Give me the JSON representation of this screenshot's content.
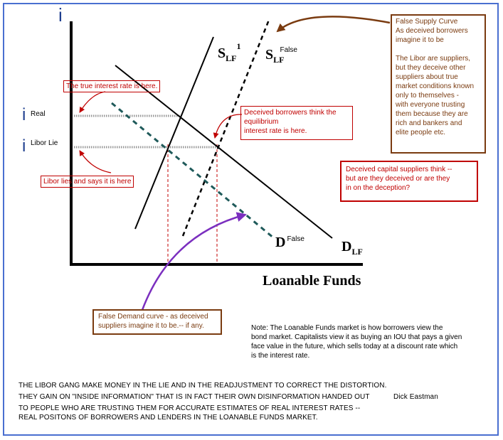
{
  "axis": {
    "y_symbol": "i",
    "x_label": "Loanable Funds"
  },
  "levels": {
    "real": {
      "symbol": "i",
      "label": "Real"
    },
    "libor": {
      "symbol": "i",
      "label": "Libor Lie"
    }
  },
  "curves": {
    "supply_true": {
      "base": "S",
      "sub": "LF",
      "sup": "1"
    },
    "supply_false": {
      "base": "S",
      "sub": "LF",
      "sup": "False"
    },
    "demand_true": {
      "base": "D",
      "sub": "LF"
    },
    "demand_false": {
      "base": "D",
      "sup": "False"
    }
  },
  "annotations": {
    "true_rate": "The true interest rate is here.",
    "libor_lies": "Libor lies and says it is here",
    "deceived_borrowers": [
      "Deceived borrowers  think the",
      "equilibrium",
      "interest rate is here."
    ],
    "false_supply": [
      "False Supply Curve",
      "As deceived borrowers",
      "imagine it to be",
      "",
      "The Libor are suppliers,",
      "but they deceive other",
      "suppliers about true",
      "market conditions known",
      "only to themselves  -",
      "with everyone trusting",
      "them because they are",
      "rich and bankers and",
      "elite people etc."
    ],
    "capital_suppliers": [
      "Deceived capital suppliers think  --",
      "but are they  deceived or are they",
      "in on the deception?"
    ],
    "false_demand": [
      "False Demand curve - as deceived",
      "suppliers  imagine it to be.-- if any."
    ]
  },
  "note": [
    "Note:  The Loanable Funds market is how borrowers view the",
    "bond market.   Capitalists view it as buying an IOU  that pays a given",
    "face value in the future, which sells today at a discount rate which",
    "is the interest rate."
  ],
  "footer": {
    "line1": "THE LIBOR GANG MAKE MONEY IN THE LIE AND IN THE READJUSTMENT TO CORRECT THE DISTORTION.",
    "line2": "THEY GAIN ON \"INSIDE INFORMATION\" THAT IS IN FACT THEIR OWN DISINFORMATION HANDED OUT",
    "line3": "TO PEOPLE WHO ARE TRUSTING THEM FOR ACCURATE ESTIMATES OF REAL INTEREST RATES --",
    "line4": "REAL POSITONS OF BORROWERS AND LENDERS IN THE LOANABLE FUNDS MARKET.",
    "author": "Dick Eastman"
  },
  "colors": {
    "red": "#c00000",
    "brown": "#7a3b10",
    "teal": "#1f5a5a",
    "purple": "#7b2fbf",
    "frame": "#4a6fd0"
  }
}
